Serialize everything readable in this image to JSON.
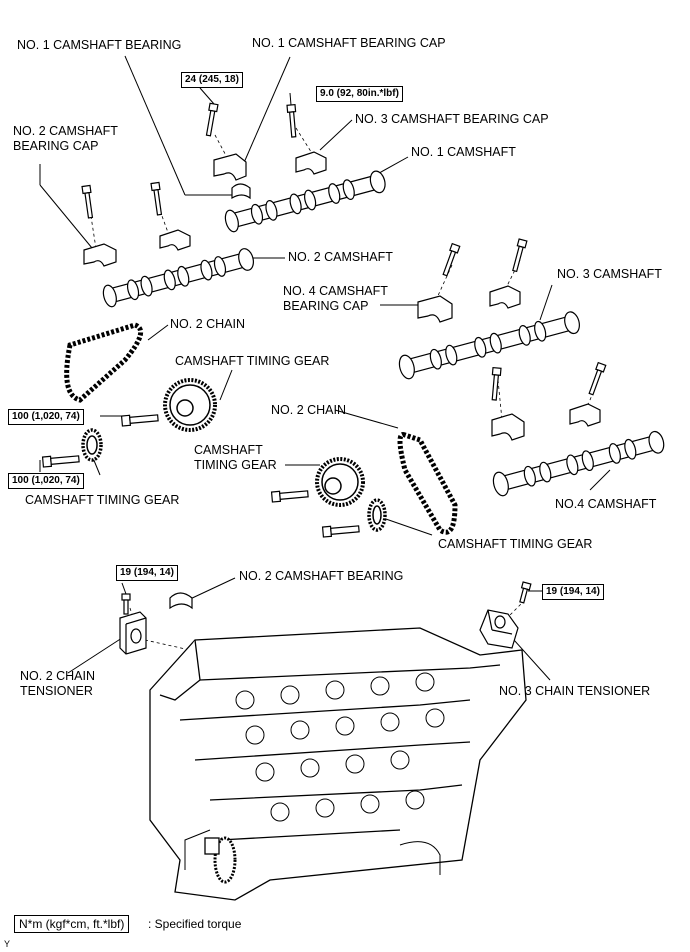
{
  "labels": {
    "no1_bearing": "NO. 1 CAMSHAFT BEARING",
    "no1_bearing_cap": "NO. 1 CAMSHAFT BEARING CAP",
    "no3_bearing_cap": "NO. 3 CAMSHAFT BEARING CAP",
    "no2_bearing_cap_1": "NO. 2 CAMSHAFT",
    "no2_bearing_cap_2": "BEARING CAP",
    "no1_camshaft": "NO. 1 CAMSHAFT",
    "no2_camshaft": "NO. 2 CAMSHAFT",
    "no3_camshaft": "NO. 3 CAMSHAFT",
    "no4_bearing_cap_1": "NO. 4 CAMSHAFT",
    "no4_bearing_cap_2": "BEARING CAP",
    "no2_chain_left": "NO. 2 CHAIN",
    "timing_gear_top": "CAMSHAFT TIMING GEAR",
    "no2_chain_mid": "NO. 2 CHAIN",
    "timing_gear_mid_1": "CAMSHAFT",
    "timing_gear_mid_2": "TIMING GEAR",
    "timing_gear_left": "CAMSHAFT TIMING GEAR",
    "no4_camshaft": "NO.4 CAMSHAFT",
    "timing_gear_right": "CAMSHAFT TIMING GEAR",
    "no2_cam_bearing": "NO. 2 CAMSHAFT BEARING",
    "no2_tensioner_1": "NO. 2 CHAIN",
    "no2_tensioner_2": "TENSIONER",
    "no3_tensioner": "NO. 3 CHAIN TENSIONER"
  },
  "torques": {
    "t24": "24 (245, 18)",
    "t9": "9.0 (92, 80in.*lbf)",
    "t100a": "100 (1,020, 74)",
    "t100b": "100 (1,020, 74)",
    "t19a": "19 (194, 14)",
    "t19b": "19 (194, 14)"
  },
  "legend": {
    "unit_box": "N*m (kgf*cm, ft.*lbf)",
    "description": ": Specified torque"
  },
  "corner_mark": "Y"
}
